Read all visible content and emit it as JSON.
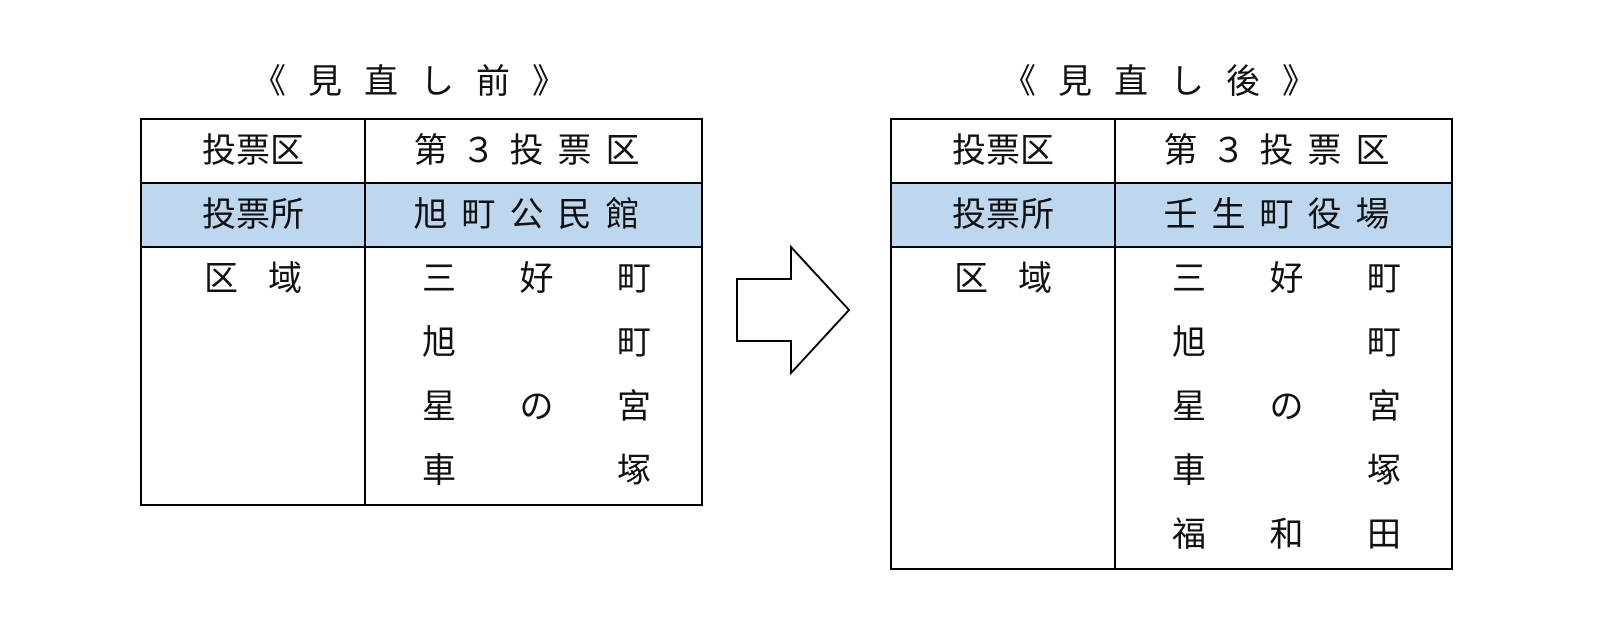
{
  "before": {
    "title": "《見直し前》",
    "header_label": "投票区",
    "header_value": "第３投票区",
    "place_label": "投票所",
    "place_value": "旭町公民館",
    "area_label": "区域",
    "districts": [
      [
        "三",
        "好",
        "町"
      ],
      [
        "旭",
        "",
        "町"
      ],
      [
        "星",
        "の",
        "宮"
      ],
      [
        "車",
        "",
        "塚"
      ]
    ]
  },
  "after": {
    "title": "《見直し後》",
    "header_label": "投票区",
    "header_value": "第３投票区",
    "place_label": "投票所",
    "place_value": "壬生町役場",
    "area_label": "区域",
    "districts": [
      [
        "三",
        "好",
        "町"
      ],
      [
        "旭",
        "",
        "町"
      ],
      [
        "星",
        "の",
        "宮"
      ],
      [
        "車",
        "",
        "塚"
      ],
      [
        "福",
        "和",
        "田"
      ]
    ]
  },
  "arrow": {
    "icon": "right-arrow-icon",
    "fill": "#ffffff",
    "stroke": "#000000"
  },
  "colors": {
    "place_row_fill": "#bdd7ee",
    "border": "#000000",
    "text": "#111111"
  }
}
